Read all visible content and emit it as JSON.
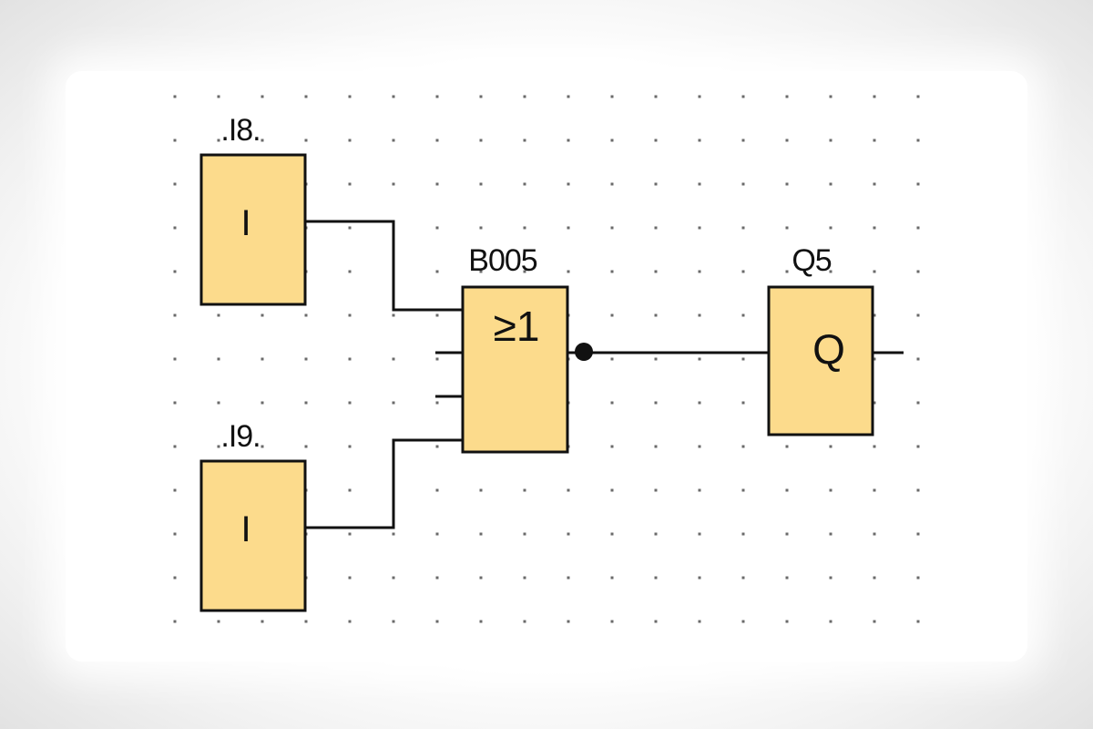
{
  "diagram": {
    "inputs": [
      {
        "label": ".I8.",
        "symbol": "I"
      },
      {
        "label": ".I9.",
        "symbol": "I"
      }
    ],
    "gate": {
      "label": "B005",
      "symbol": "≥1"
    },
    "output": {
      "label": "Q5",
      "symbol": "Q"
    }
  },
  "colors": {
    "block_fill": "#fcdb8c",
    "block_border": "#111111",
    "wire": "#111111",
    "grid_dot": "#6a6a6a"
  }
}
